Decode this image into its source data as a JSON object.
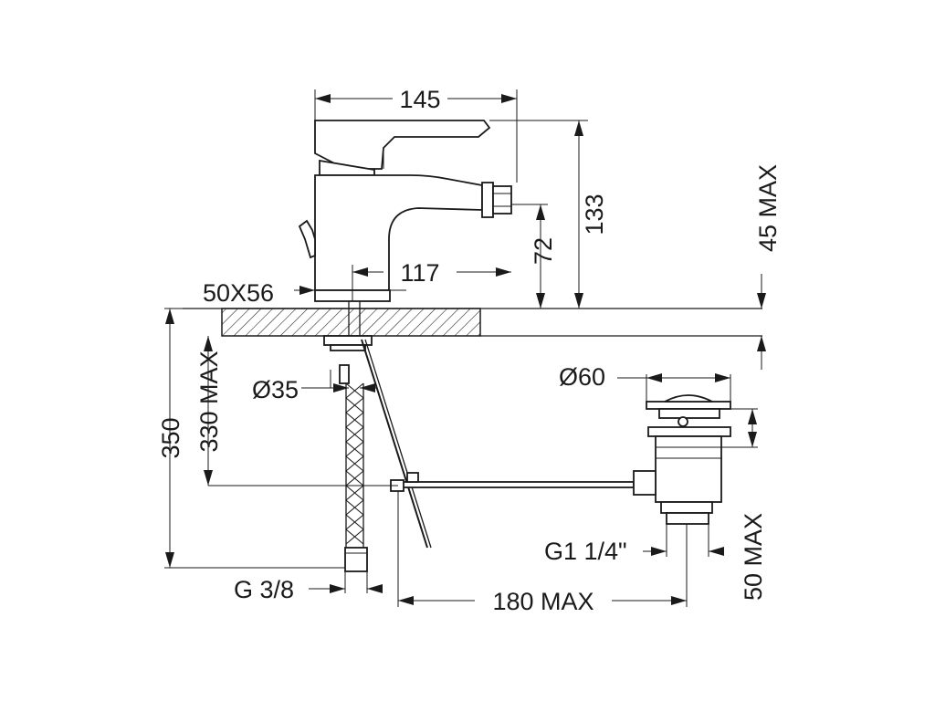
{
  "dimensions": {
    "width_145": "145",
    "height_133": "133",
    "spout_height_72": "72",
    "reach_117": "117",
    "base_50x56": "50X56",
    "deck_45max": "45 MAX",
    "hole_35": "Ø35",
    "total_350": "350",
    "hose_330max": "330 MAX",
    "waste_60": "Ø60",
    "waste_g114": "G1 1/4\"",
    "waste_50max": "50 MAX",
    "inlet_g38": "G 3/8",
    "rod_180max": "180 MAX"
  }
}
